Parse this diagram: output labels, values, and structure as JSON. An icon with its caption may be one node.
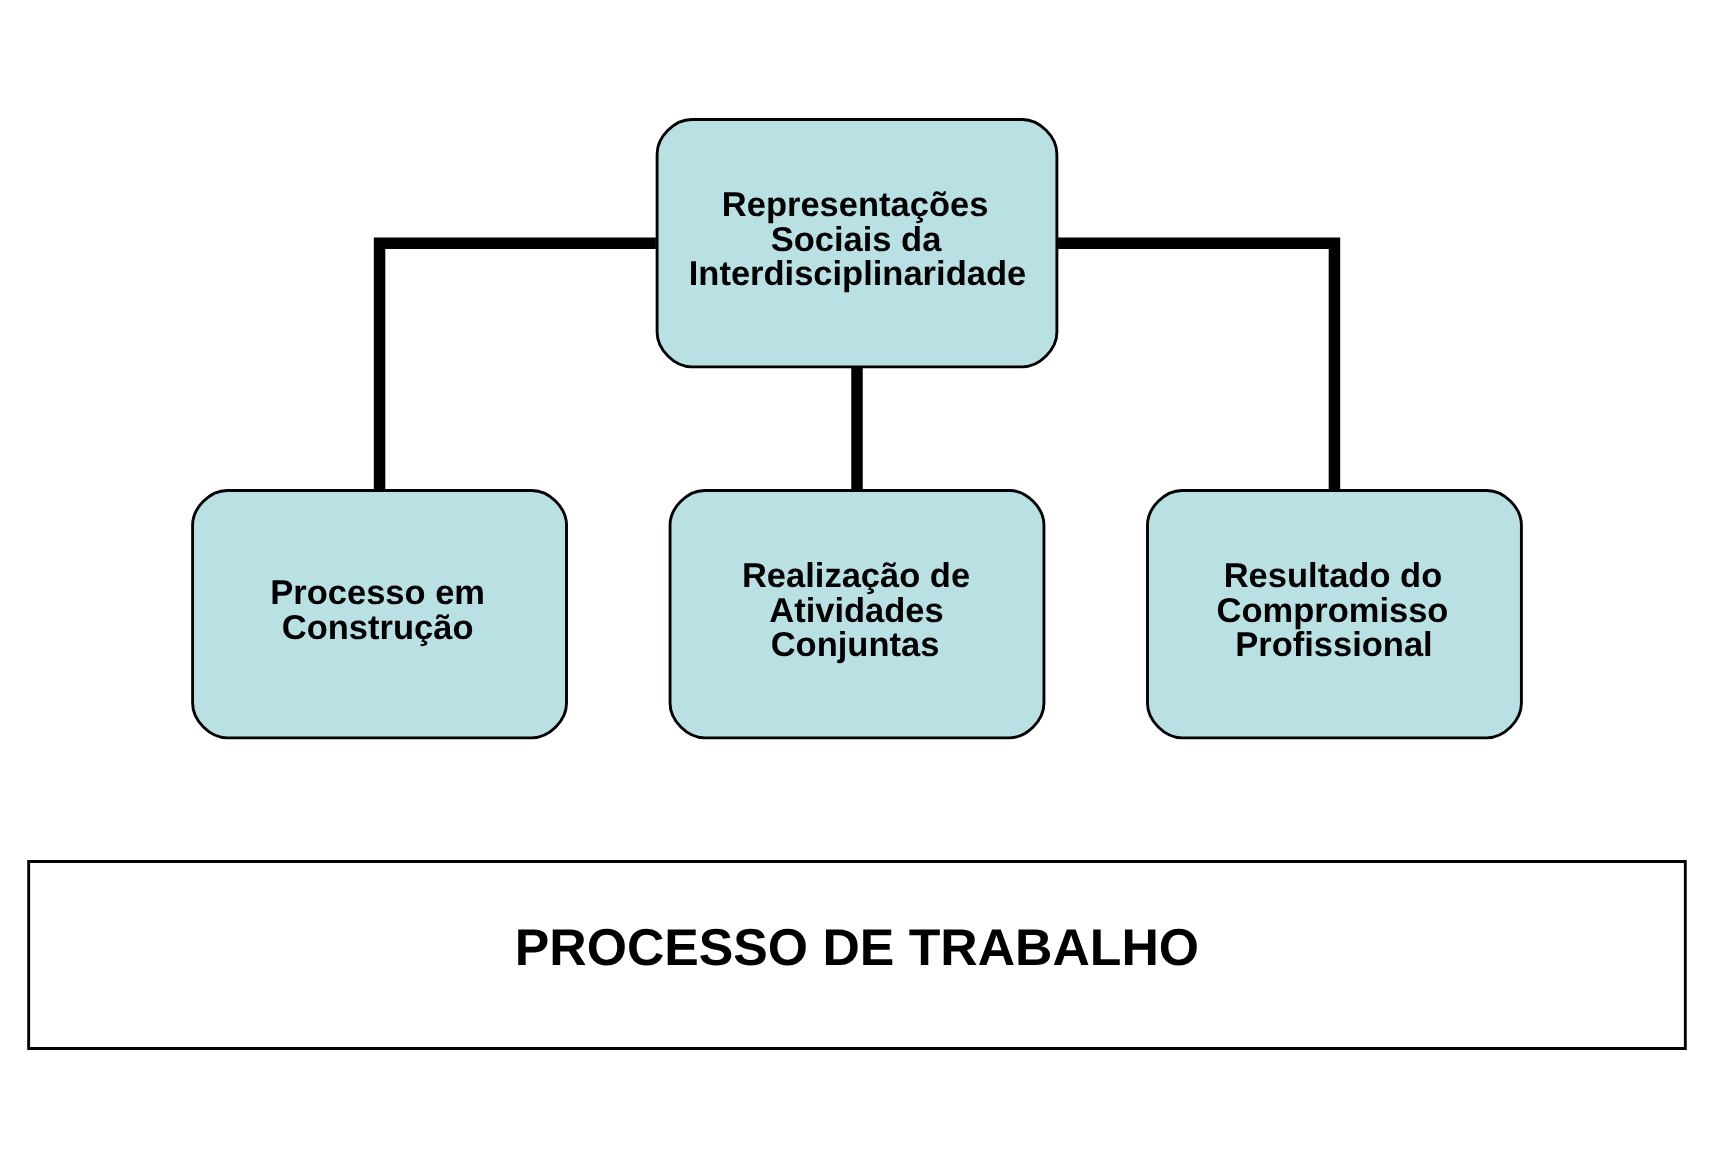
{
  "diagram": {
    "nodes": [
      {
        "text": [
          "Representações Sociais da Interdisciplinaridade"
        ]
      },
      {
        "text": [
          "Processo em Construção"
        ]
      },
      {
        "text": [
          "Realização de Atividades Conjuntas"
        ]
      },
      {
        "text": [
          "Resultado do Compromisso Profissional"
        ]
      },
      {
        "text": [
          "PROCESSO DE TRABALHO"
        ]
      }
    ],
    "edges": [
      {
        "from": 0,
        "to": 1,
        "arrow": "none"
      },
      {
        "from": 0,
        "to": 2,
        "arrow": "none"
      },
      {
        "from": 0,
        "to": 3,
        "arrow": "none"
      }
    ]
  }
}
